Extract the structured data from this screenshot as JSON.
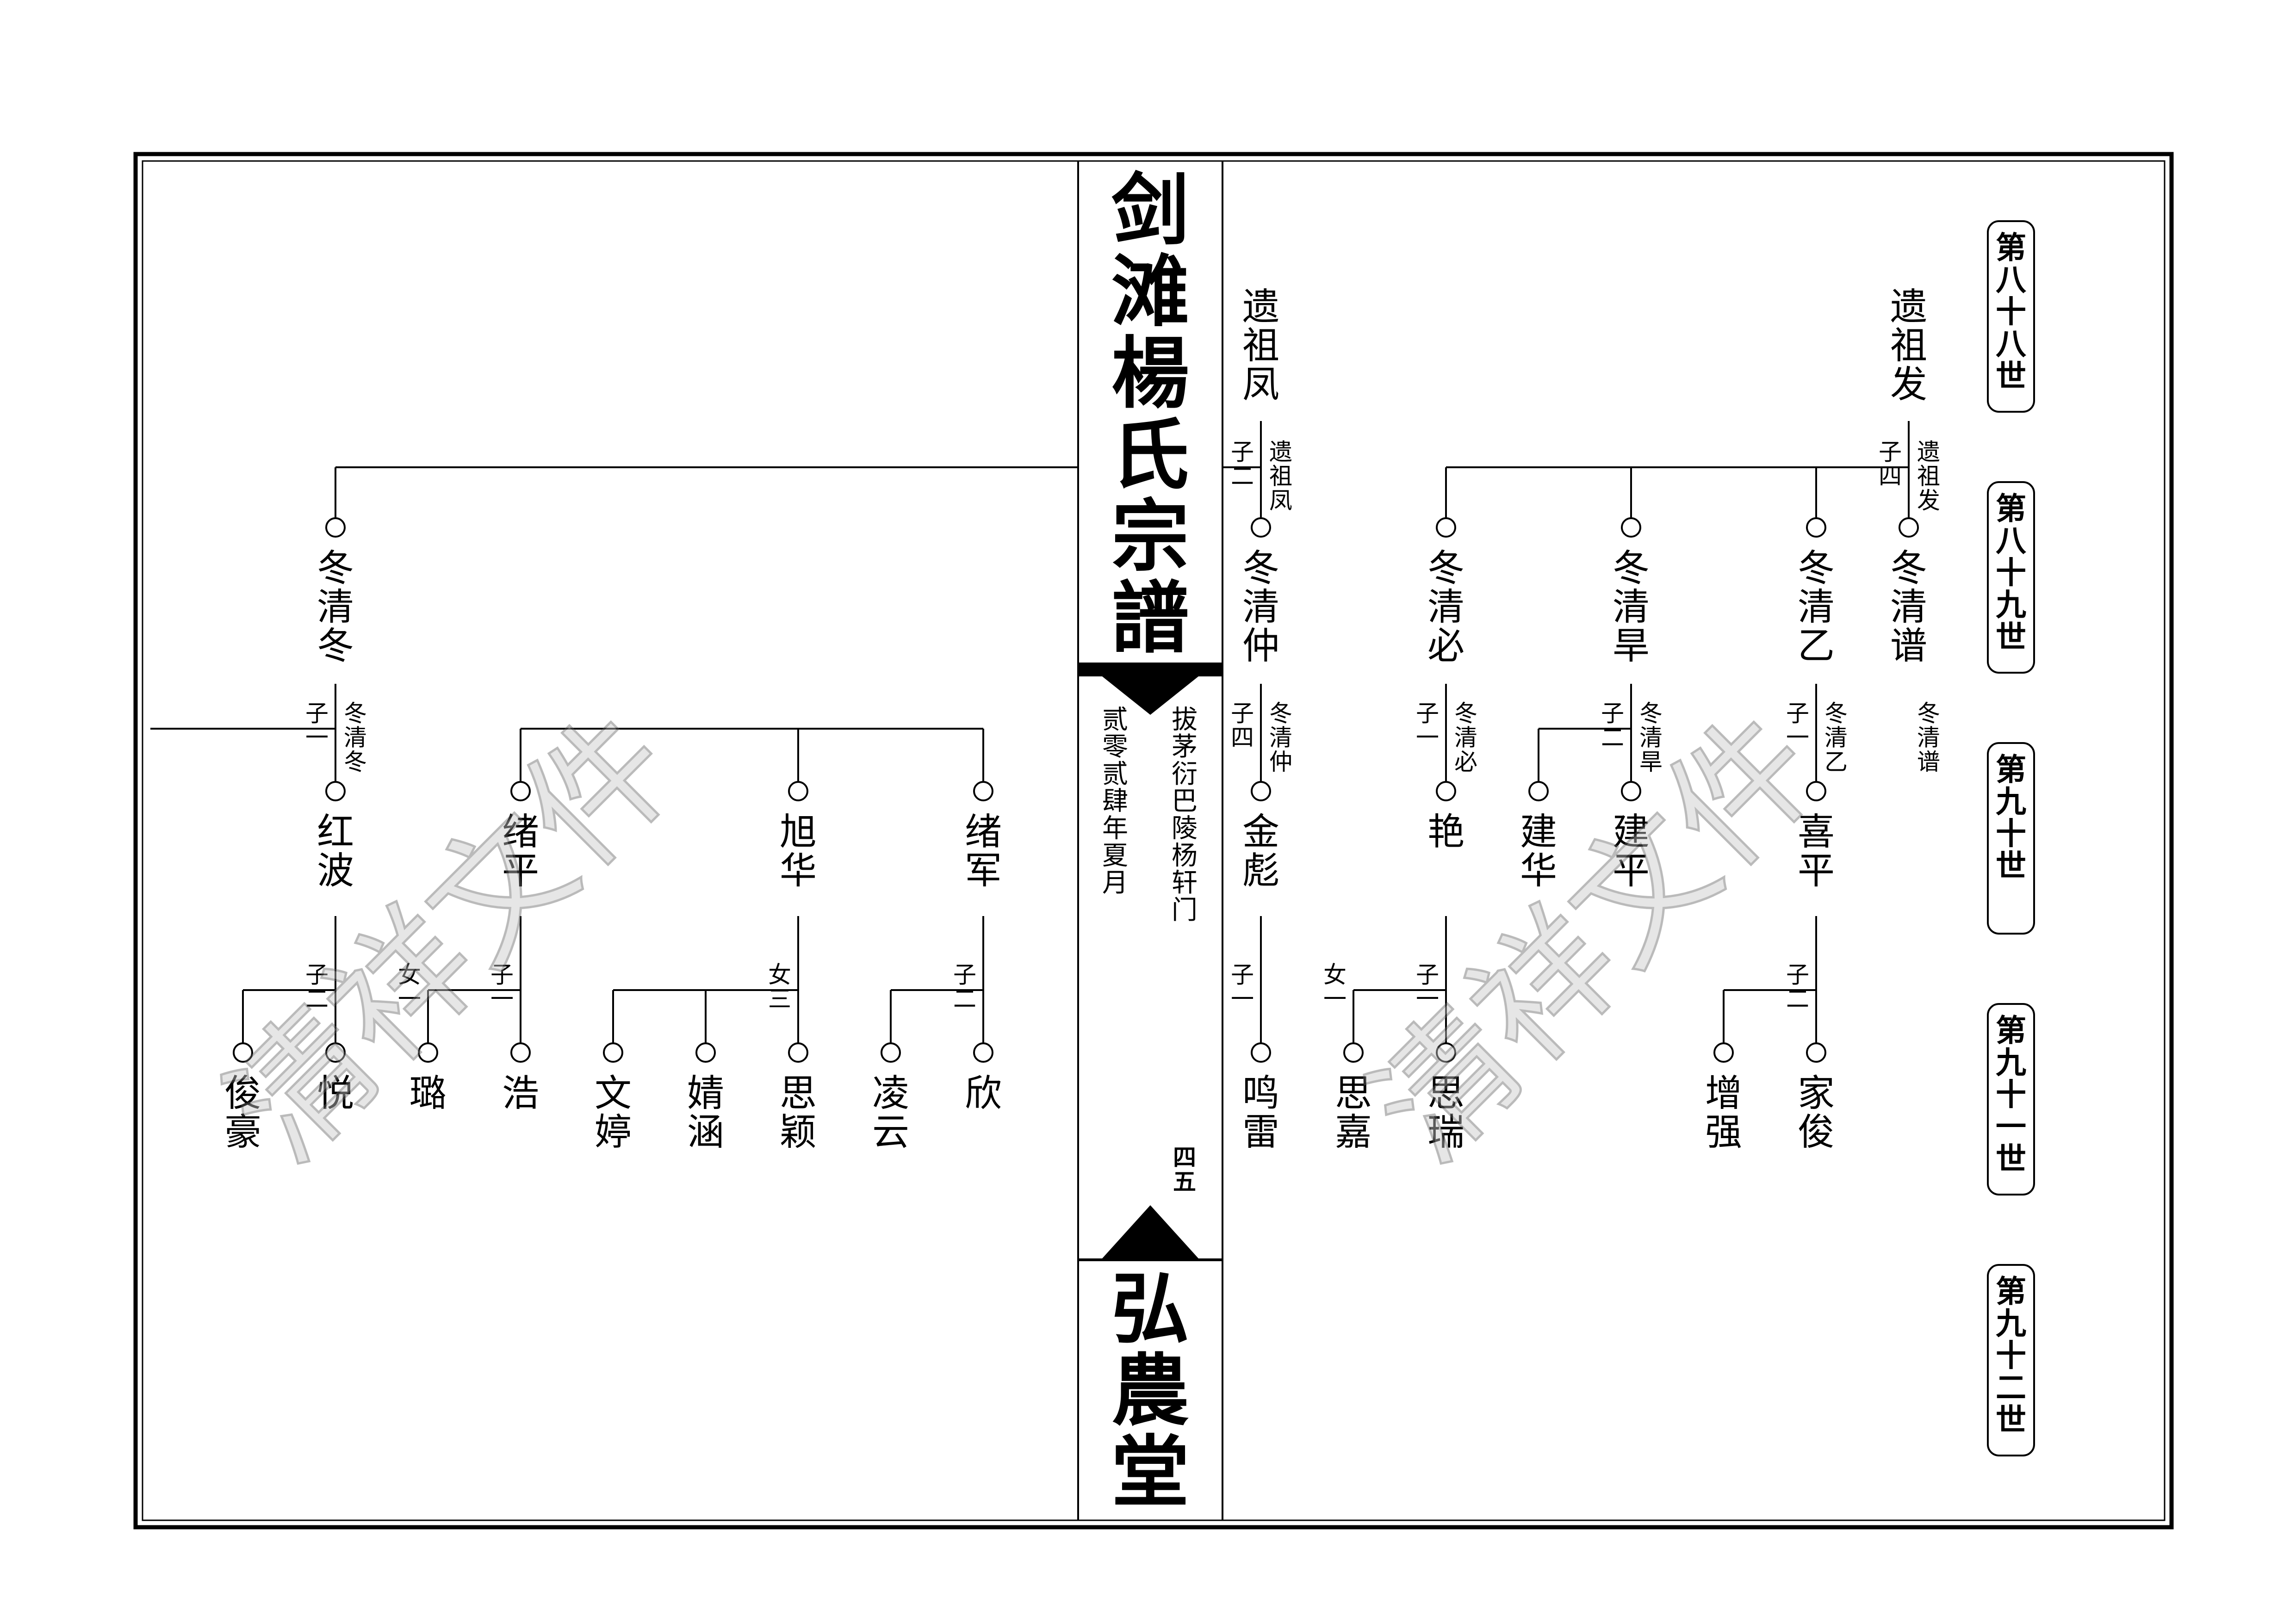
{
  "book": {
    "title": "剑滩楊氏宗譜",
    "hall": "弘農堂",
    "origin": "拔茅衍巴陵杨轩门",
    "date": "贰零贰肆年夏月",
    "page_number": "四五"
  },
  "generations": [
    "第八十八世",
    "第八十九世",
    "第九十世",
    "第九十一世",
    "第九十二世"
  ],
  "watermark": "清祥文件",
  "persons": {
    "p_zufa": "遗祖发",
    "p_zufeng": "遗祖凤",
    "p_qingpu": "冬清谱",
    "p_qingyi": "冬清乙",
    "p_qinghan": "冬清旱",
    "p_qingbi": "冬清必",
    "p_qingzhong": "冬清仲",
    "p_qingdong": "冬清冬",
    "p_xiping": "喜平",
    "p_jianping": "建平",
    "p_jianhua": "建华",
    "p_yan": "艳",
    "p_jinbiao": "金彪",
    "p_hongbo": "红波",
    "p_xuping": "绪平",
    "p_xuhua": "旭华",
    "p_xujun": "绪军",
    "p_jiajun": "家俊",
    "p_zengqiang": "增强",
    "p_sirui": "思瑞",
    "p_sijia": "思嘉",
    "p_minglei": "鸣雷",
    "p_xin": "欣",
    "p_lingyun": "凌云",
    "p_siying": "思颖",
    "p_jinghan": "婧涵",
    "p_wenting": "文婷",
    "p_hao": "浩",
    "p_lu": "璐",
    "p_yue": "悦",
    "p_junhao": "俊豪"
  },
  "annotations": {
    "a_zufa": {
      "count": "子四",
      "father": "遗祖发"
    },
    "a_zufeng": {
      "count": "子二",
      "father": "遗祖凤"
    },
    "a_qingpu": {
      "count": "",
      "father": "冬清谱"
    },
    "a_qingyi": {
      "count": "子一",
      "father": "冬清乙"
    },
    "a_qinghan": {
      "count": "子二",
      "father": "冬清旱"
    },
    "a_qingbi": {
      "count": "子一",
      "father": "冬清必"
    },
    "a_qingzhong": {
      "count": "子四",
      "father": "冬清仲"
    },
    "a_qingdong": {
      "count": "子一",
      "father": "冬清冬"
    },
    "a_xiping": {
      "count": "子二",
      "father": ""
    },
    "a_yan": {
      "count": "子一",
      "father": ""
    },
    "a_yan_f": {
      "count": "女一",
      "father": ""
    },
    "a_jinbiao": {
      "count": "子一",
      "father": ""
    },
    "a_xujun": {
      "count": "子二",
      "father": ""
    },
    "a_xuhua": {
      "count": "女三",
      "father": ""
    },
    "a_xuping": {
      "count": "子一",
      "father": ""
    },
    "a_xuping_f": {
      "count": "女一",
      "father": ""
    },
    "a_hongbo": {
      "count": "子二",
      "father": ""
    }
  }
}
